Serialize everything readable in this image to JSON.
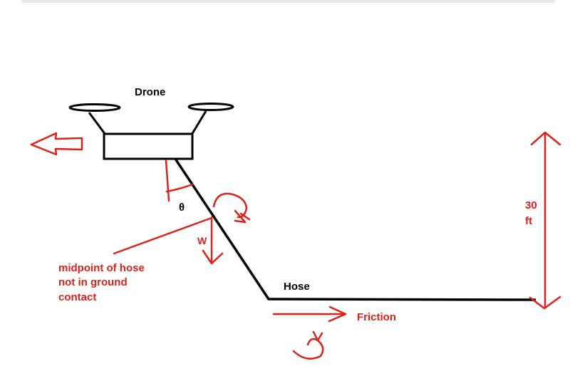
{
  "labels": {
    "drone": "Drone",
    "theta": "θ",
    "weight": "W",
    "midpoint_line1": "midpoint of hose",
    "midpoint_line2": "not in ground",
    "midpoint_line3": "contact",
    "hose": "Hose",
    "friction": "Friction",
    "height_value": "30",
    "height_unit": "ft"
  },
  "colors": {
    "ink": "#000000",
    "annotation": "#e0201b",
    "top_bar": "#e9e9e9"
  }
}
